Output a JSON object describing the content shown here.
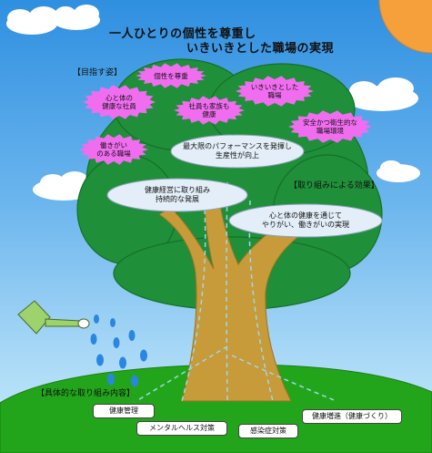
{
  "title": {
    "line1": "一人ひとりの個性を尊重し",
    "line2": "いきいきとした職場の実現"
  },
  "goals": {
    "heading": "【目指す姿】",
    "items": [
      "個性を尊重",
      "心と体の\n健康な社員",
      "いきいきとした\n職場",
      "社員も家族も\n健康",
      "安全かつ衛生的な\n職場環境",
      "働きがい\nのある職場"
    ]
  },
  "effects": {
    "heading": "【取り組みによる効果】",
    "items": [
      "最大限のパフォーマンスを発揮し\n生産性が向上",
      "健康経営に取り組み\n持続的な発展",
      "心と体の健康を通じて\nやりがい、働きがいの実現"
    ]
  },
  "actions": {
    "heading": "【具体的な取り組み内容】",
    "items": [
      "健康管理",
      "メンタルヘルス対策",
      "感染症対策",
      "健康増進（健康づくり）"
    ]
  },
  "colors": {
    "burst": "#f16df0",
    "leaves": "#1f8f3a",
    "trunk": "#c79a3a",
    "grass": "#22a51b",
    "sun": "#f5a03a",
    "water": "#2a86e0",
    "can": "#9cd36d"
  }
}
